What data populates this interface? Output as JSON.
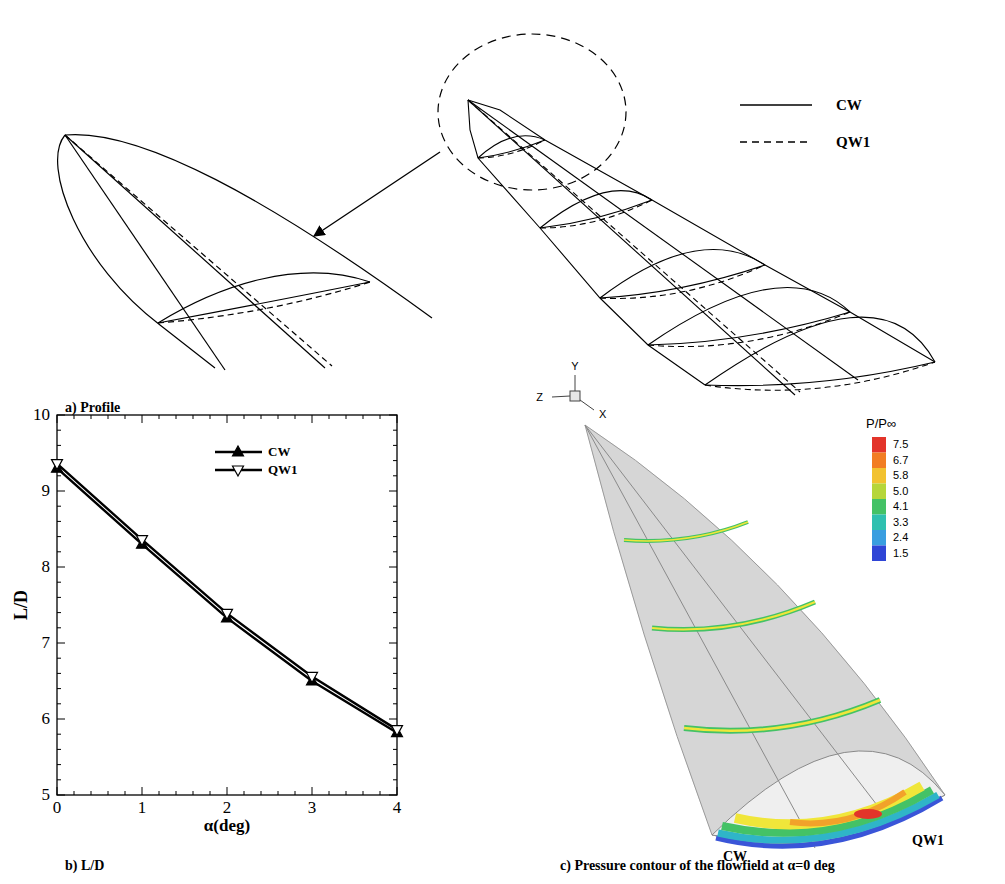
{
  "diagram": {
    "labels": [
      "a) Profile",
      "L/D",
      "α(deg)",
      "5",
      "6",
      "7",
      "8",
      "9",
      "10",
      "0",
      "1",
      "2",
      "3",
      "4",
      "b) L/D",
      "Y",
      "Z",
      "X",
      "P/P∞",
      "7.5",
      "6.7",
      "5.8",
      "5.0",
      "4.1",
      "3.3",
      "2.4",
      "1.5",
      "CW",
      "QW1",
      "c) Pressure contour of the flowfield at α=0 deg"
    ],
    "legend": [
      {
        "text": "CW"
      },
      {
        "text": "QW1"
      },
      {
        "text": "CW"
      },
      {
        "text": "QW1"
      }
    ]
  }
}
